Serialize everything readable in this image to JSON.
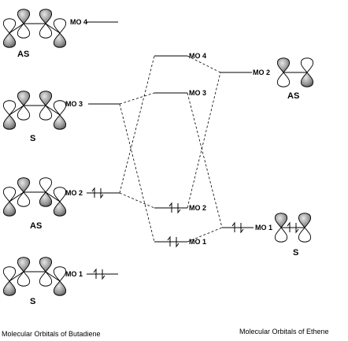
{
  "footer": {
    "left": "Molecular Orbitals of Butadiene",
    "right": "Molecular Orbitals of Ethene"
  },
  "butadiene": [
    {
      "label": "MO 4",
      "symmetry": "AS"
    },
    {
      "label": "MO 3",
      "symmetry": "S"
    },
    {
      "label": "MO 2",
      "symmetry": "AS"
    },
    {
      "label": "MO 1",
      "symmetry": "S"
    }
  ],
  "combined": [
    {
      "label": "MO 4"
    },
    {
      "label": "MO 3"
    },
    {
      "label": "MO 2"
    },
    {
      "label": "MO 1"
    }
  ],
  "ethene": [
    {
      "label": "MO 2",
      "symmetry": "AS"
    },
    {
      "label": "MO 1",
      "symmetry": "S"
    }
  ],
  "colors": {
    "line": "#000000",
    "shaded_lobe": "#999999",
    "open_lobe": "#ffffff"
  }
}
